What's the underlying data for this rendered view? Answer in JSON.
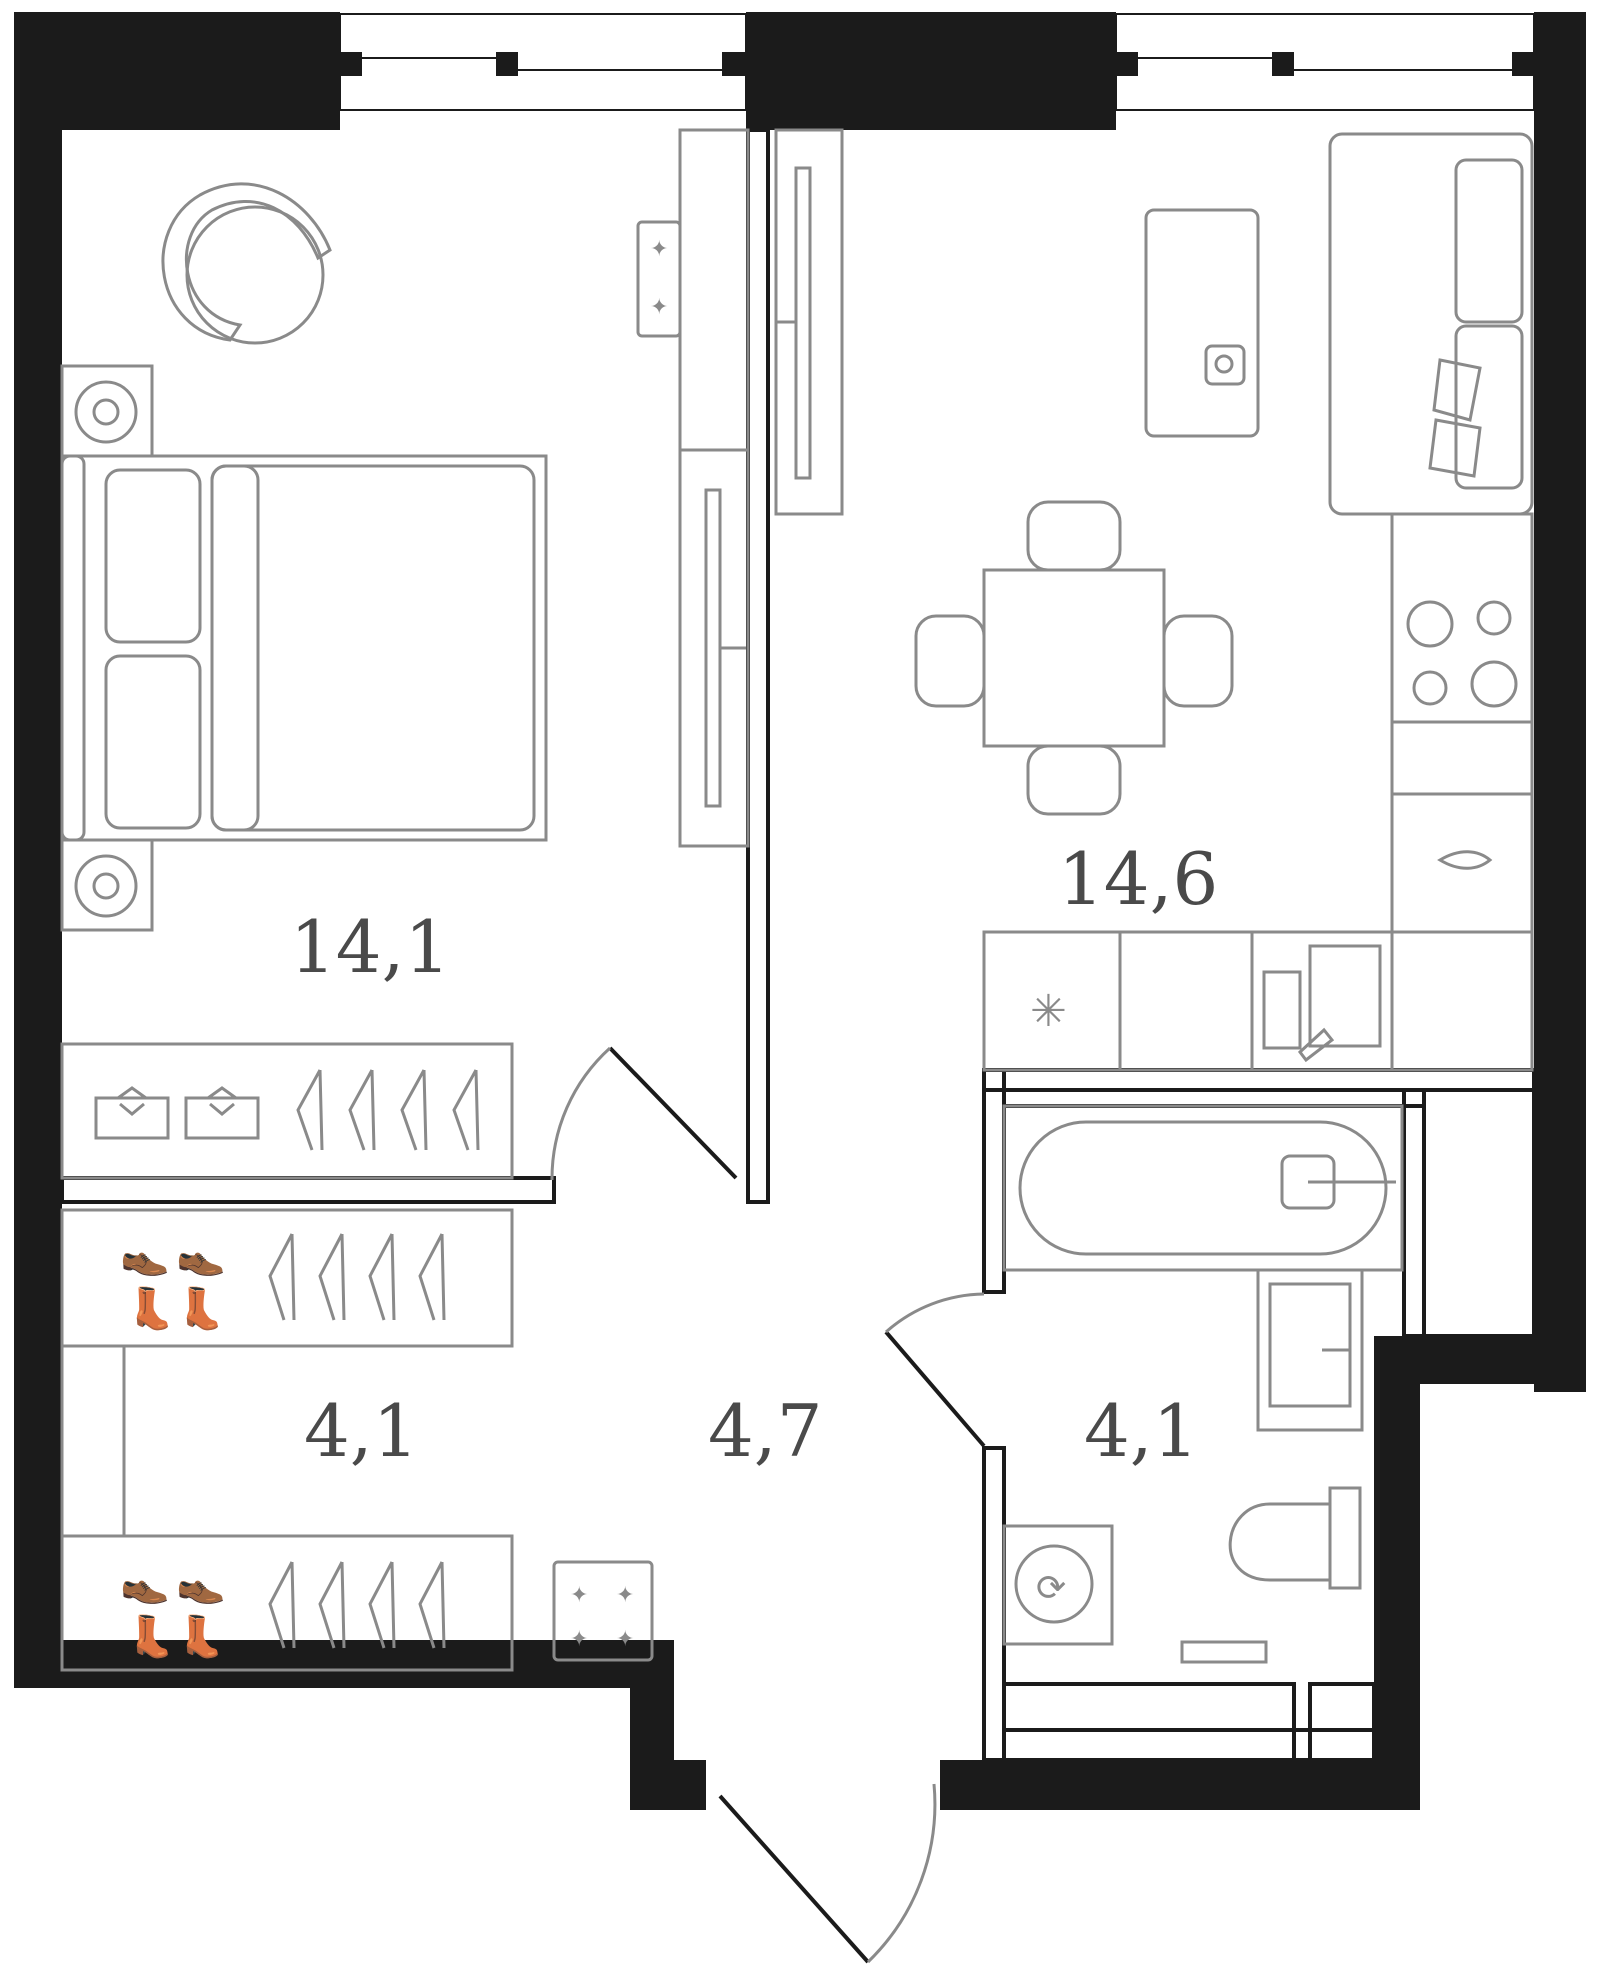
{
  "rooms": {
    "bedroom": {
      "area": "14,1"
    },
    "living_kitchen": {
      "area": "14,6"
    },
    "wardrobe": {
      "area": "4,1"
    },
    "hallway": {
      "area": "4,7"
    },
    "bathroom": {
      "area": "4,1"
    }
  },
  "colors": {
    "wall": "#1b1b1b",
    "furniture_stroke": "#8a8a8a",
    "label": "#4a4a4a",
    "background": "#ffffff"
  },
  "icons": {
    "armchair": "armchair-icon",
    "bed": "double-bed-icon",
    "nightstand": "nightstand-icon",
    "tv": "tv-icon",
    "sofa": "sofa-icon",
    "dining": "dining-table-icon",
    "cooktop": "cooktop-icon",
    "sink": "sink-icon",
    "fridge": "fridge-icon",
    "bathtub": "bathtub-icon",
    "toilet": "toilet-icon",
    "washer": "washing-machine-icon",
    "wardrobe_hangers": "hanger-icon",
    "shoes": "shoes-icon",
    "boots": "boots-icon",
    "coffee_table": "coffee-table-icon"
  }
}
